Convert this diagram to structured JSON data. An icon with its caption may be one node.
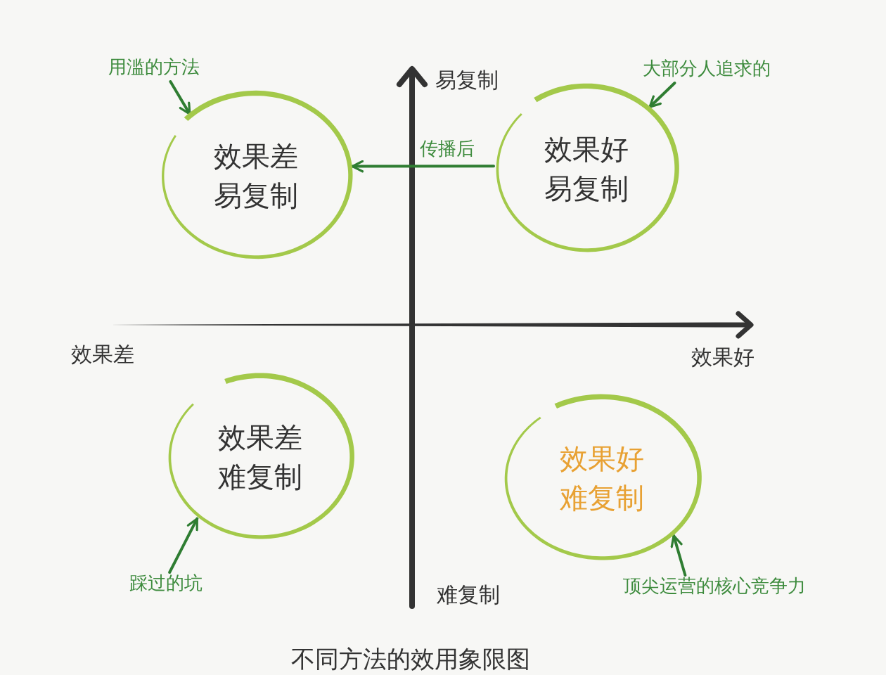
{
  "diagram": {
    "caption": "不同方法的效用象限图",
    "nodes": [
      {
        "text": [
          "用滥的方法"
        ]
      },
      {
        "text": [
          "大部分人追求的"
        ]
      },
      {
        "text": [
          "效果差",
          "易复制"
        ]
      },
      {
        "text": [
          "效果好",
          "易复制"
        ]
      },
      {
        "text": [
          "效果差",
          "难复制"
        ]
      },
      {
        "text": [
          "效果好",
          "难复制"
        ]
      },
      {
        "text": [
          "踩过的坑"
        ]
      },
      {
        "text": [
          "顶尖运营的核心竞争力"
        ]
      }
    ],
    "edges": [
      {
        "from": 0,
        "to": 2,
        "arrow": "to"
      },
      {
        "from": 1,
        "to": 3,
        "arrow": "to"
      },
      {
        "from": 3,
        "to": 2,
        "arrow": "to",
        "label": "传播后"
      },
      {
        "from": 6,
        "to": 4,
        "arrow": "to"
      },
      {
        "from": 7,
        "to": 5,
        "arrow": "to"
      }
    ],
    "labels": [
      "易复制",
      "效果差",
      "效果好",
      "难复制"
    ]
  }
}
